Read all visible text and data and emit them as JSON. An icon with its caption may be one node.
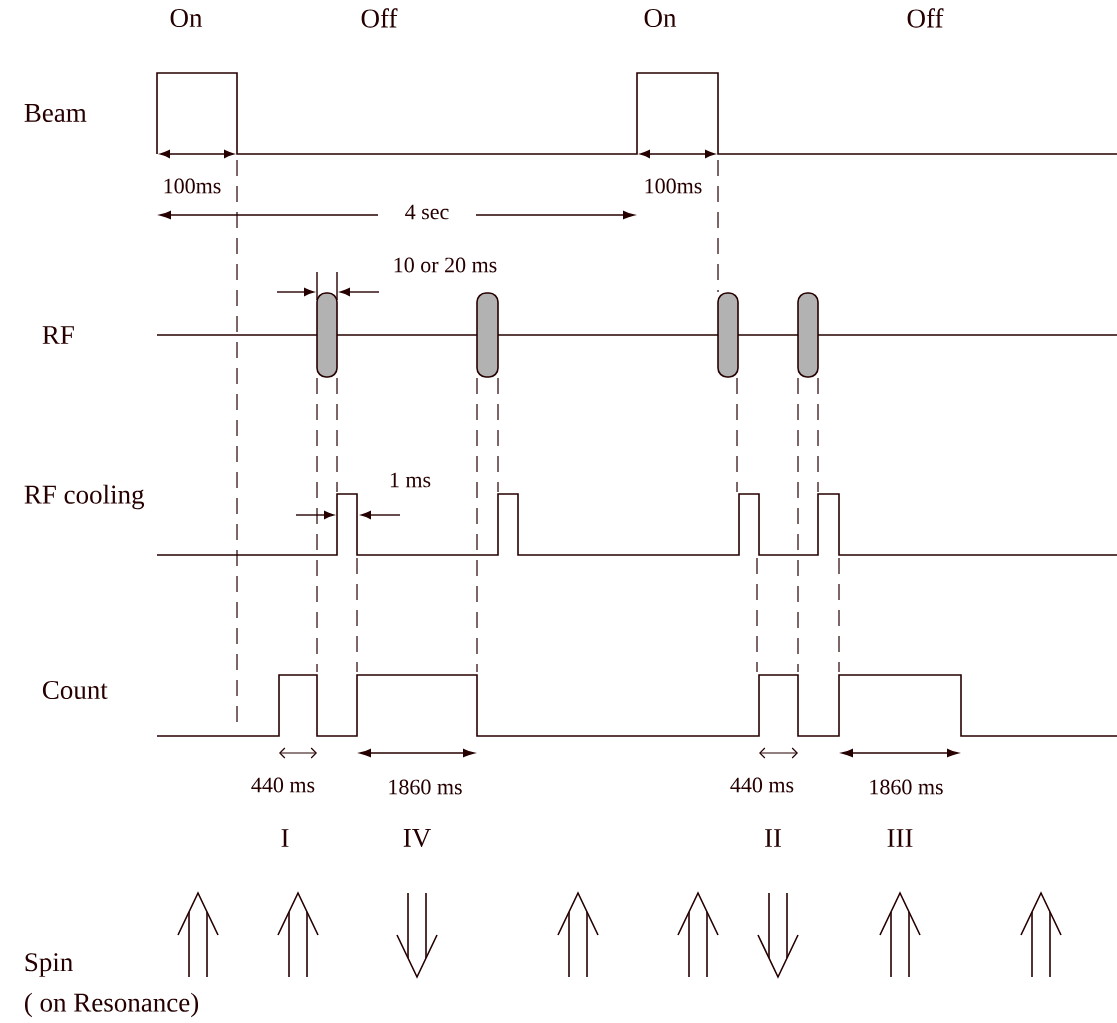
{
  "diagram": {
    "labels": [
      "On",
      "Off",
      "On",
      "Off",
      "Beam",
      "100ms",
      "100ms",
      "4 sec",
      "10 or 20 ms",
      "RF",
      "1 ms",
      "RF cooling",
      "Count",
      "440 ms",
      "1860 ms",
      "440 ms",
      "1860 ms",
      "I",
      "IV",
      "II",
      "III",
      "Spin",
      "( on Resonance)"
    ]
  }
}
